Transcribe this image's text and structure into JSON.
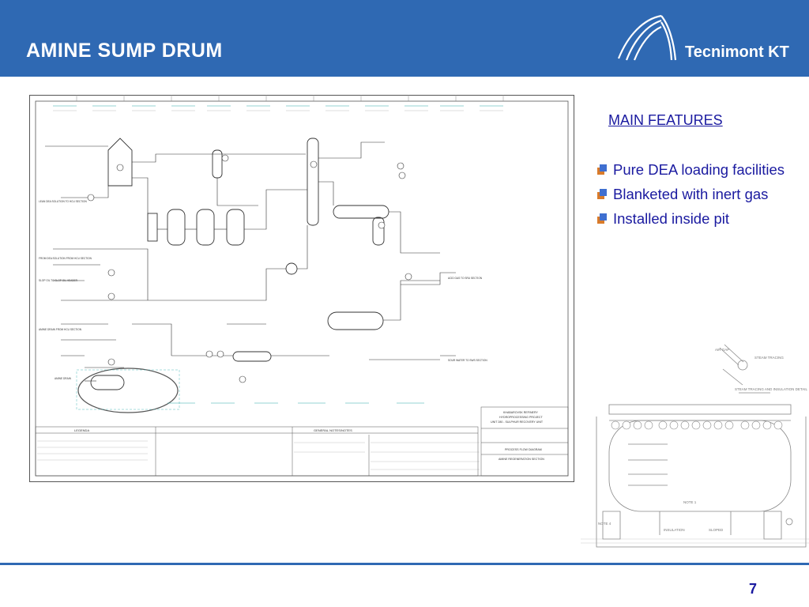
{
  "slide": {
    "title": "AMINE SUMP DRUM",
    "logo_text": "Tecnimont KT",
    "page_number": "7"
  },
  "features": {
    "heading": "MAIN FEATURES",
    "items": [
      "Pure DEA loading facilities",
      "Blanketed with inert gas",
      "Installed inside pit"
    ]
  },
  "pfd_sheet": {
    "title_block": [
      "KHABAROVSK REFINERY",
      "HYDROPROCESSING PROJECT",
      "UNIT 280 - SULPHUR RECOVERY UNIT"
    ],
    "drawing_title": "PROCESS FLOW DIAGRAM",
    "section_title": "AMINE REGENERATION SECTION",
    "legend_heading": "LEGENDA",
    "notes_heading": "GENERAL NOTES/NOTES",
    "left_labels": [
      "LEAN DEA SOLUTION TO HCU SECTION",
      "FROM DEA SOLUTION FROM HCU SECTION",
      "SLOP OIL TO SLOP OIL HEADER",
      "AMINE DRAIN FROM HCU SECTION",
      "AMINE DRAIN"
    ],
    "right_labels": [
      "ACID GAS TO SRU SECTION",
      "SOUR WATER TO SWS SECTION"
    ],
    "colors": {
      "line": "#333333",
      "tag": "#2aa8a8",
      "highlight": "#7a7a7a"
    }
  },
  "detail_drawing": {
    "labels": [
      "AIR GAP",
      "STEAM TRACING",
      "STEAM TRACING AND INSULATION DETAIL",
      "NOTE 1",
      "NOTE 4",
      "INSULATION",
      "SLOPED"
    ]
  }
}
